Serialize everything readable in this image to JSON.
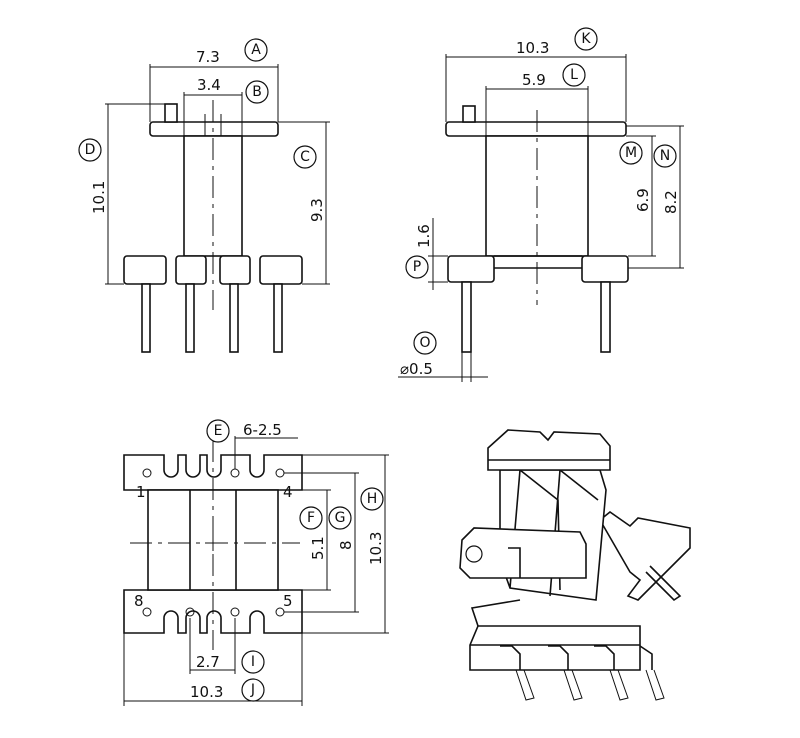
{
  "dimensions": {
    "a_value": "7.3",
    "b_value": "3.4",
    "c_value": "9.3",
    "d_value": "10.1",
    "k_value": "10.3",
    "l_value": "5.9",
    "m_value": "6.9",
    "n_value": "8.2",
    "p_value": "1.6",
    "o_value": "⌀0.5",
    "e_value": "6-2.5",
    "f_value": "5.1",
    "g_value": "8",
    "h_value": "10.3",
    "i_value": "2.7",
    "j_value": "10.3"
  },
  "callouts": {
    "a": "A",
    "b": "B",
    "c": "C",
    "d": "D",
    "e": "E",
    "f": "F",
    "g": "G",
    "h": "H",
    "i": "I",
    "j": "J",
    "k": "K",
    "l": "L",
    "m": "M",
    "n": "N",
    "o": "O",
    "p": "P"
  },
  "pins": {
    "p1": "1",
    "p4": "4",
    "p5": "5",
    "p8": "8"
  }
}
